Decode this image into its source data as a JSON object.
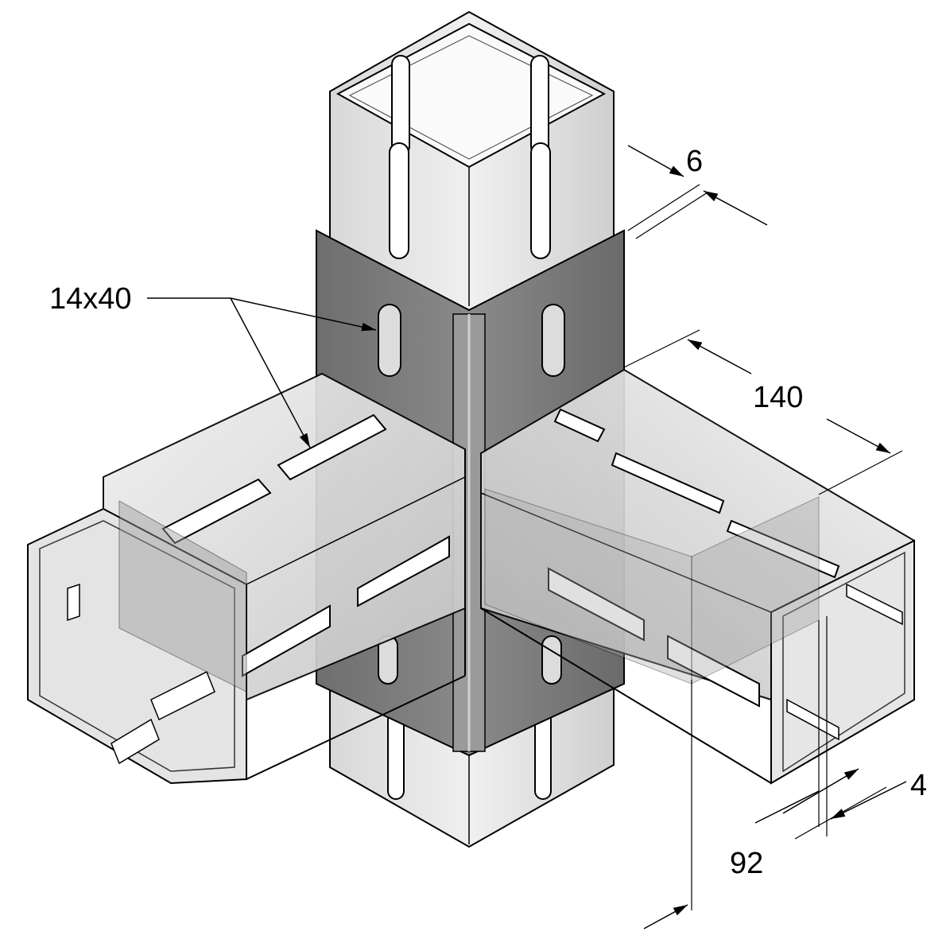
{
  "dimensions": {
    "slot": "14x40",
    "plate_thickness": "6",
    "connector_length": "140",
    "wall_thickness": "4",
    "profile_width": "92"
  },
  "colors": {
    "connector_plate": "#767676",
    "profile_metal": "#e8e8e8",
    "profile_shade": "#c9c9c9",
    "outline": "#000000"
  }
}
